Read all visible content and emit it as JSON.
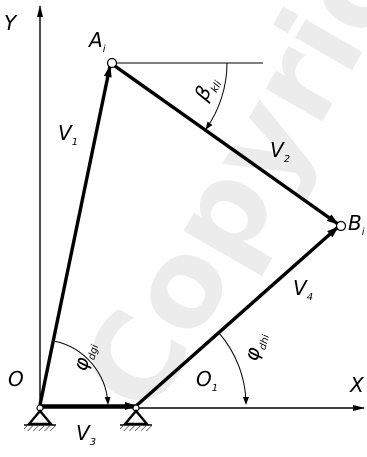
{
  "axes": {
    "y_label": "Y",
    "x_label": "X",
    "origin_label": "O"
  },
  "points": {
    "a": {
      "label": "A",
      "sub": "i"
    },
    "b": {
      "label": "B",
      "sub": "i"
    },
    "o1": {
      "label": "O",
      "sub": "1"
    }
  },
  "vectors": {
    "v1": {
      "label": "V",
      "sub": "1"
    },
    "v2": {
      "label": "V",
      "sub": "2"
    },
    "v3": {
      "label": "V",
      "sub": "3"
    },
    "v4": {
      "label": "V",
      "sub": "4"
    }
  },
  "angles": {
    "beta": {
      "label": "β",
      "sub": "kli"
    },
    "phi_o": {
      "label": "φ",
      "sub": "dgi"
    },
    "phi_o1": {
      "label": "φ",
      "sub": "dhi"
    }
  },
  "watermark": {
    "text": "Copyrig"
  },
  "colors": {
    "ink": "#000000",
    "background": "#ffffff"
  }
}
